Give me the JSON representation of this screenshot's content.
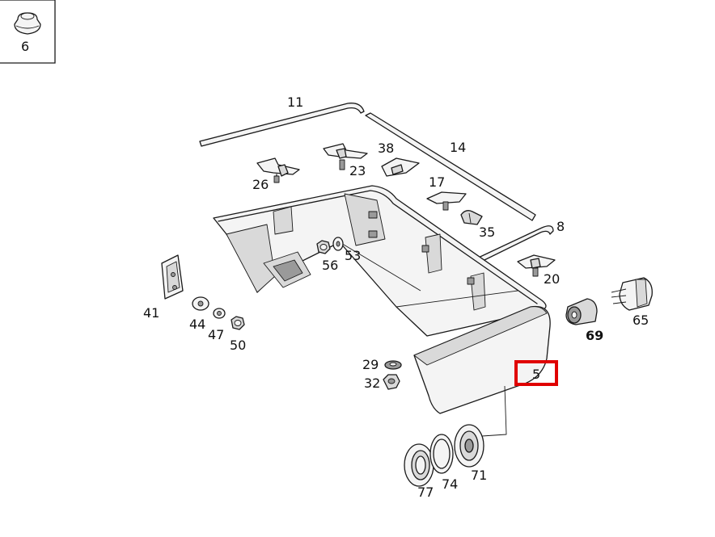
{
  "inset": {
    "label": "6"
  },
  "highlight": {
    "color": "#e00000"
  },
  "labels": {
    "p11": "11",
    "p14": "14",
    "p38": "38",
    "p26": "26",
    "p23": "23",
    "p17": "17",
    "p35": "35",
    "p8": "8",
    "p20": "20",
    "p56": "56",
    "p53": "53",
    "p41": "41",
    "p44": "44",
    "p47": "47",
    "p50": "50",
    "p69": "69",
    "p65": "65",
    "p29": "29",
    "p32": "32",
    "p5": "5",
    "p77": "77",
    "p74": "74",
    "p71": "71"
  }
}
